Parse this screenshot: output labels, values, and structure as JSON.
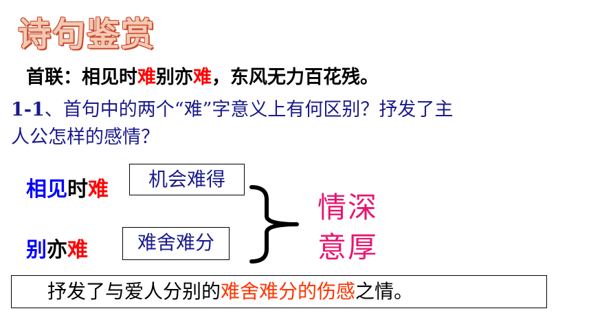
{
  "title": "诗句鉴赏",
  "couplet": {
    "label": "首联：",
    "p1": "相见时",
    "p2": "难",
    "p3": "别亦",
    "p4": "难",
    "p5": "，东风无力百花残。"
  },
  "question": {
    "number": "1-1",
    "line1": "、首句中的两个“难”字意义上有何区别？抒发了主",
    "line2": "人公怎样的感情？"
  },
  "term1": {
    "a": "相见",
    "b": "时",
    "c": "难",
    "box": "机会难得"
  },
  "term2": {
    "a": "别",
    "b": "亦",
    "c": "难",
    "box": "难舍难分"
  },
  "emotion": {
    "line1": "情深",
    "line2": "意厚"
  },
  "summary": {
    "pre": "抒发了与爱人分别的",
    "highlight": "难舍难分的伤感",
    "post": "之情。"
  }
}
